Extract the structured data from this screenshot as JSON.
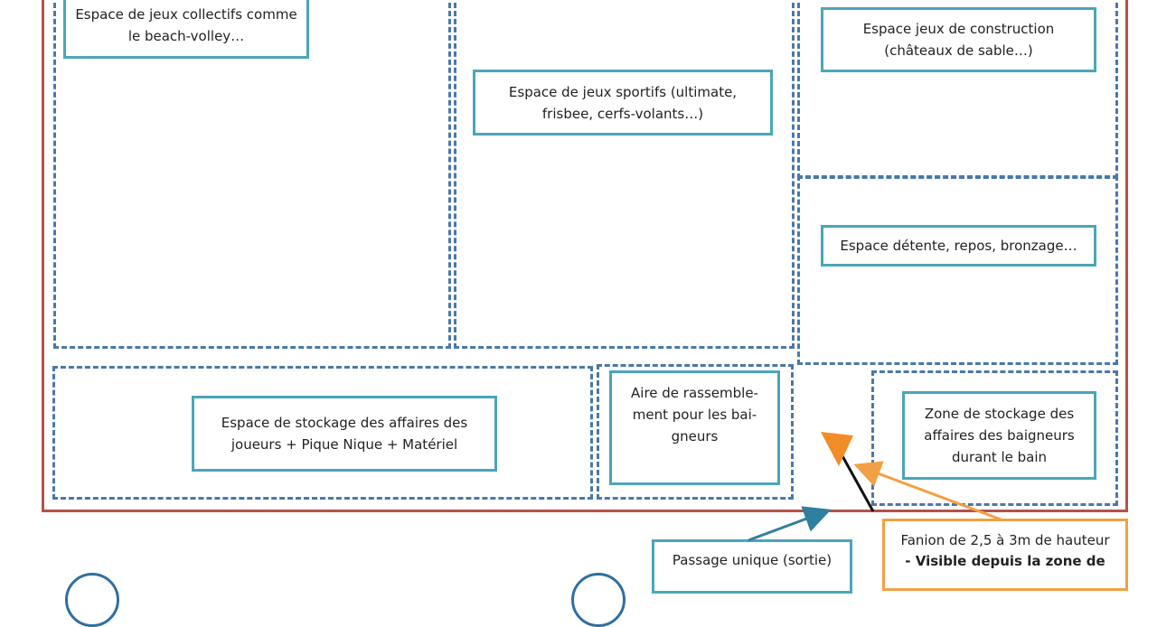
{
  "zones": {
    "collective_games": "Espace de jeux collectifs comme le beach-volley…",
    "sports_games": "Espace de jeux sportifs (ultimate, frisbee, cerfs-volants…)",
    "construction_games": "Espace jeux de construction (châteaux de sable…)",
    "relaxation": "Espace détente, repos, bronzage…",
    "player_storage": "Espace de stockage des affaires des joueurs + Pique Nique + Matériel",
    "gathering_area": "Aire de rassemble-ment pour les bai-gneurs",
    "swimmer_storage": "Zone de stockage des affaires des baigneurs durant le bain"
  },
  "callouts": {
    "single_passage": "Passage unique (sortie)",
    "flag_line1": "Fanion de 2,5 à 3m de hauteur",
    "flag_line2": "- Visible depuis la zone de"
  },
  "colors": {
    "outer_border": "#b5524a",
    "dashed_zone": "#4a78a8",
    "label_border": "#4aa6b8",
    "flag": "#f28c28",
    "callout_orange": "#f2a046",
    "arrow_teal": "#2f7f9f"
  }
}
